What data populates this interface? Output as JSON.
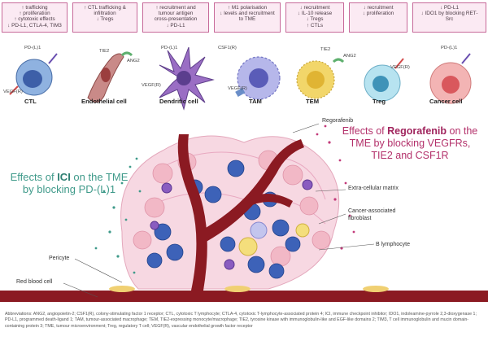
{
  "boxes": [
    {
      "lines": [
        "↑ trafficking",
        "↑ proliferation",
        "↑ cytotoxic effects",
        "↓ PD-L1, CTLA-4, TIM3"
      ]
    },
    {
      "lines": [
        "↑ CTL trafficking &",
        "infiltration",
        "↓ Tregs"
      ]
    },
    {
      "lines": [
        "↑ recruitment and",
        "tumour antigen",
        "cross-presentation",
        "↓ PD-L1"
      ]
    },
    {
      "lines": [
        "↑ M1 polarisation",
        "↓ levels and recruitment",
        "to TME"
      ]
    },
    {
      "lines": [
        "↓ recruitment",
        "↓ IL-10 release",
        "↓ Tregs",
        "↑ CTLs"
      ]
    },
    {
      "lines": [
        "↓ recruitment",
        "↓ proliferation"
      ]
    },
    {
      "lines": [
        "↓ PD-L1",
        "↓ IDO1 by blocking RET-",
        "Src"
      ]
    }
  ],
  "cells": [
    {
      "label": "CTL"
    },
    {
      "label": "Endothelial cell"
    },
    {
      "label": "Dendritic cell"
    },
    {
      "label": "TAM"
    },
    {
      "label": "TEM"
    },
    {
      "label": "Treg"
    },
    {
      "label": "Cancer cell"
    }
  ],
  "receptors": {
    "pdl1": "PD-(L)1",
    "vegfr": "VEGF(R)",
    "tie2": "TIE2",
    "ang2": "ANG2",
    "csf1r": "CSF1(R)"
  },
  "diagram": {
    "regorafenib": "Regorafenib",
    "ici_title_pre": "Effects of ",
    "ici_title_bold": "ICI",
    "ici_title_post": " on the TME by blocking PD-(L)1",
    "reg_title_pre": "Effects of ",
    "reg_title_bold": "Regorafenib",
    "reg_title_post": " on the TME by blocking VEGFRs, TIE2 and CSF1R",
    "labels": {
      "ecm": "Extra-cellular matrix",
      "caf_1": "Cancer-associated",
      "caf_2": "fibroblast",
      "blym": "B lymphocyte",
      "pericyte": "Pericyte",
      "rbc": "Red blood cell"
    }
  },
  "abbreviations": "Abbreviations: ANG2, angiopoietin-2; CSF1(R), colony-stimulating factor 1 receptor; CTL, cytotoxic T lymphocyte; CTLA-4, cytotoxic T-lymphocyte-associated protein 4; ICI, immune checkpoint inhibitor; IDO1, indoleamine-pyrrole 2,3-dioxygenase 1; PD-L1, programmed death-ligand 1; TAM, tumour-associated macrophage; TEM, TIE2-expressing monocyte/macrophage; TIE2, tyrosine kinase with immunoglobulin-like and EGF-like domains 2; TIM3, T cell immunoglobulin and mucin domain-containing protein 3; TME, tumour microenvironment; Treg, regulatory T cell; VEGF(R), vascular endothelial growth factor receptor",
  "colors": {
    "box_border": "#c76a9a",
    "box_fill": "#fbeaf3",
    "vessel": "#8b1a22",
    "ici_text": "#3f9a8a",
    "reg_text": "#b3306a"
  }
}
